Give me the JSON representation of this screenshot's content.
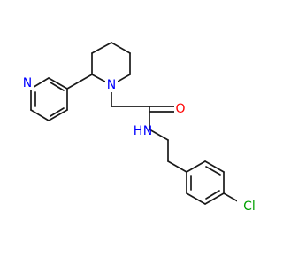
{
  "molecule": {
    "atom_labels": {
      "pyridine_n": "N",
      "piperidine_n": "N",
      "amide_o": "O",
      "amide_n": "N",
      "amide_h": "H",
      "chlorine": "Cl"
    },
    "colors": {
      "bond": "#1a1a1a",
      "nitrogen": "#0000ff",
      "oxygen": "#ff0000",
      "chlorine": "#00a000",
      "background": "#ffffff"
    }
  }
}
